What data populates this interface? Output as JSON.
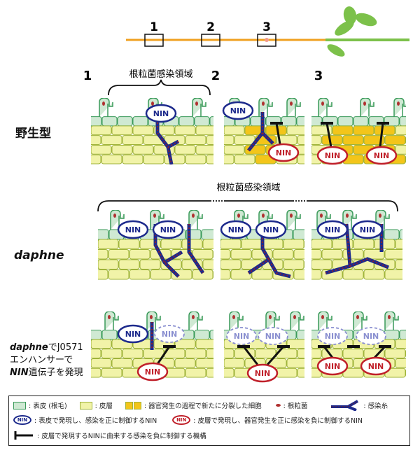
{
  "top_stages": [
    "1",
    "2",
    "3"
  ],
  "panel_numbers": [
    "1",
    "2",
    "3"
  ],
  "zone_label_1": "根粒菌感染領域",
  "zone_label_2": "根粒菌感染領域",
  "rows": {
    "wild": "野生型",
    "daphne": "daphne",
    "rescue": {
      "line1_italic": "daphne",
      "line1_rest": "でJ0571",
      "line2": "エンハンサーで",
      "line3_italic": "NIN",
      "line3_rest": "遺伝子を発現"
    }
  },
  "nin_label": "NIN",
  "colors": {
    "epidermis": "#cfe9d3",
    "epidermis_border": "#3a9a5a",
    "cortex": "#f1f3a8",
    "cortex_border": "#9fb33a",
    "new_cell": "#f3c51a",
    "nin_blue": "#1d2a8c",
    "nin_red": "#c0202a",
    "nin_faint": "#8a8fd0",
    "root_line": "#f0a020",
    "plant": "#7cc14a"
  },
  "legend": {
    "epidermis": ": 表皮 (根毛)",
    "cortex": ": 皮層",
    "new_cells": ": 器官発生の過程で新たに分裂した細胞",
    "rhizobia": ": 根粒菌",
    "infection_thread": ": 感染糸",
    "nin_epidermis": ": 表皮で発現し、感染を正に制御するNIN",
    "nin_cortex": ": 皮層で発現し、器官発生を正に感染を負に制御するNIN",
    "inhibition": ": 皮層で発現するNINに由来する感染を負に制御する機構"
  }
}
